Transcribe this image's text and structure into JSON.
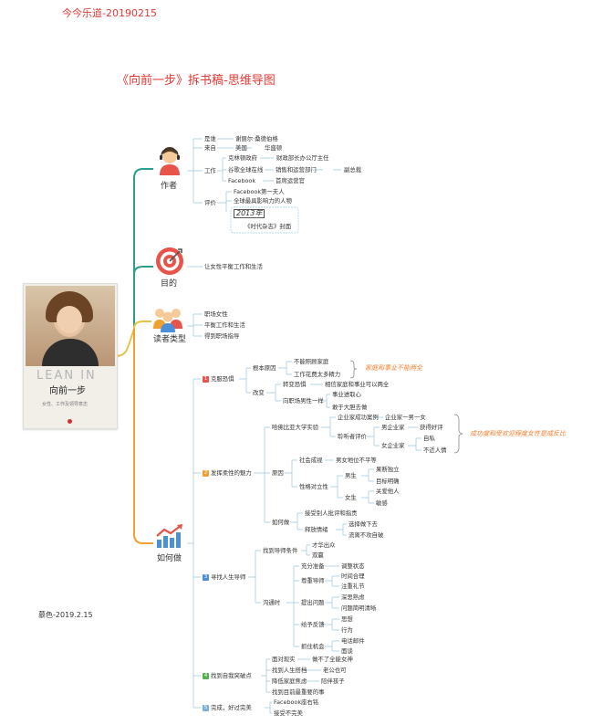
{
  "header": {
    "author_tag": "今今乐道-20190215",
    "title": "《向前一步》拆书稿-思维导图",
    "signature": "慕色-2019.2.15"
  },
  "book": {
    "title_en": "LEAN IN",
    "title_cn": "向前一步",
    "subtitle": "女性、工作及领导意志"
  },
  "categories": {
    "author": "作者",
    "purpose": "目的",
    "readers": "读者类型",
    "howto": "如何做"
  },
  "author": {
    "name_label": "是谁",
    "name": "谢丽尔·桑德伯格",
    "from_label": "来自",
    "country": "美国",
    "city": "华盛顿",
    "work_label": "工作",
    "w1a": "克林顿政府",
    "w1b": "财政部长办公厅主任",
    "w2a": "谷歌全球在线",
    "w2b": "销售和运营部门",
    "w2c": "副总裁",
    "w3a": "Facebook",
    "w3b": "首席运营官",
    "eval_label": "评价",
    "e1": "Facebook第一夫人",
    "e2": "全球最具影响力的人物",
    "e3": "2013年",
    "e4": "《时代杂志》封面"
  },
  "purpose": {
    "text": "让女性平衡工作和生活"
  },
  "readers": {
    "r1": "职场女性",
    "r2": "平衡工作和生活",
    "r3": "得到职场指导"
  },
  "howto": {
    "b1": {
      "num": "1",
      "label": "克服恐惧",
      "root": "根本原因",
      "r1": "不能照顾家庭",
      "r2": "工作花费太多精力",
      "note": "家庭和事业不能两全",
      "change": "改变",
      "c1": "转变恐惧",
      "c1a": "相信家庭和事业可以两全",
      "c2": "向职场男性一样",
      "c2a": "事业进取心",
      "c2b": "敢于大胆去做"
    },
    "b2": {
      "num": "2",
      "label": "发挥柔性的魅力",
      "harvard": "哈佛比亚大学实验",
      "h1": "企业家成功案例",
      "h1a": "企业家一男一女",
      "h2": "聆听者评价",
      "h2m": "男企业家",
      "h2m1": "获得好评",
      "h2f": "女企业家",
      "h2f1": "自私",
      "h2f2": "不近人情",
      "note": "成功度和受欢迎程度女性是成反比",
      "reason": "原因",
      "s1": "社会成视",
      "s1a": "男女地位不平等",
      "s2": "性格对立性",
      "m": "男生",
      "m1": "果断独立",
      "m2": "目标明确",
      "f": "女生",
      "f1": "关爱他人",
      "f2": "敏感",
      "how": "如何做",
      "hw1": "接受别人批评和指责",
      "hw2": "释放情绪",
      "hw2a": "选择做下去",
      "hw2b": "流离不攻自破"
    },
    "b3": {
      "num": "3",
      "label": "寻找人生导师",
      "find": "找到导师条件",
      "f1": "才华出众",
      "f2": "双赢",
      "comm": "沟通时",
      "c1": "充分准备",
      "c1a": "调整状态",
      "c2": "尊重导师",
      "c2a": "时间合理",
      "c2b": "注重礼节",
      "c3": "提出问题",
      "c3a": "深思熟虑",
      "c3b": "问题简明清晰",
      "c4": "给予反馈",
      "c4a": "思想",
      "c4b": "行为",
      "c5": "抓住机会",
      "c5a": "电话邮件",
      "c5b": "面谈"
    },
    "b4": {
      "num": "4",
      "label": "找到自我突破点",
      "p1": "面对现实",
      "p1a": "做不了全能女神",
      "p2": "找到人生搭档",
      "p2a": "老公也可",
      "p3": "降低家庭焦虑",
      "p3a": "陪伴孩子",
      "p4": "找到目前最重要的事"
    },
    "b5": {
      "num": "5",
      "label": "完成，好过完美",
      "p1": "Facebook座右铭",
      "p2": "接受不完美"
    }
  },
  "colors": {
    "accent_red": "#e53935",
    "b1": "#e8534a",
    "b2": "#f0a030",
    "b3": "#4a8fd8",
    "b4": "#56b04e",
    "b5": "#7db0d8"
  }
}
